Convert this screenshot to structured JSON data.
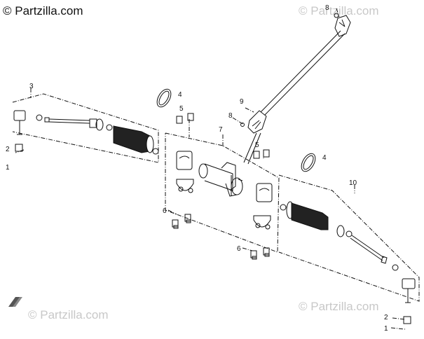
{
  "watermarks": {
    "top_left": "© Partzilla.com",
    "top_right": "© Partzilla.com",
    "bottom_left": "© Partzilla.com",
    "bottom_right": "© Partzilla.com"
  },
  "callouts": {
    "c1a": "1",
    "c2a": "2",
    "c3": "3",
    "c4a": "4",
    "c5a": "5",
    "c6a": "6",
    "c7": "7",
    "c8a": "8",
    "c9": "9",
    "c5b": "5",
    "c4b": "4",
    "c10": "10",
    "c6b": "6",
    "c8b": "8",
    "c2b": "2",
    "c1b": "1"
  },
  "colors": {
    "line": "#111111",
    "watermark": "#c8c8c8"
  }
}
